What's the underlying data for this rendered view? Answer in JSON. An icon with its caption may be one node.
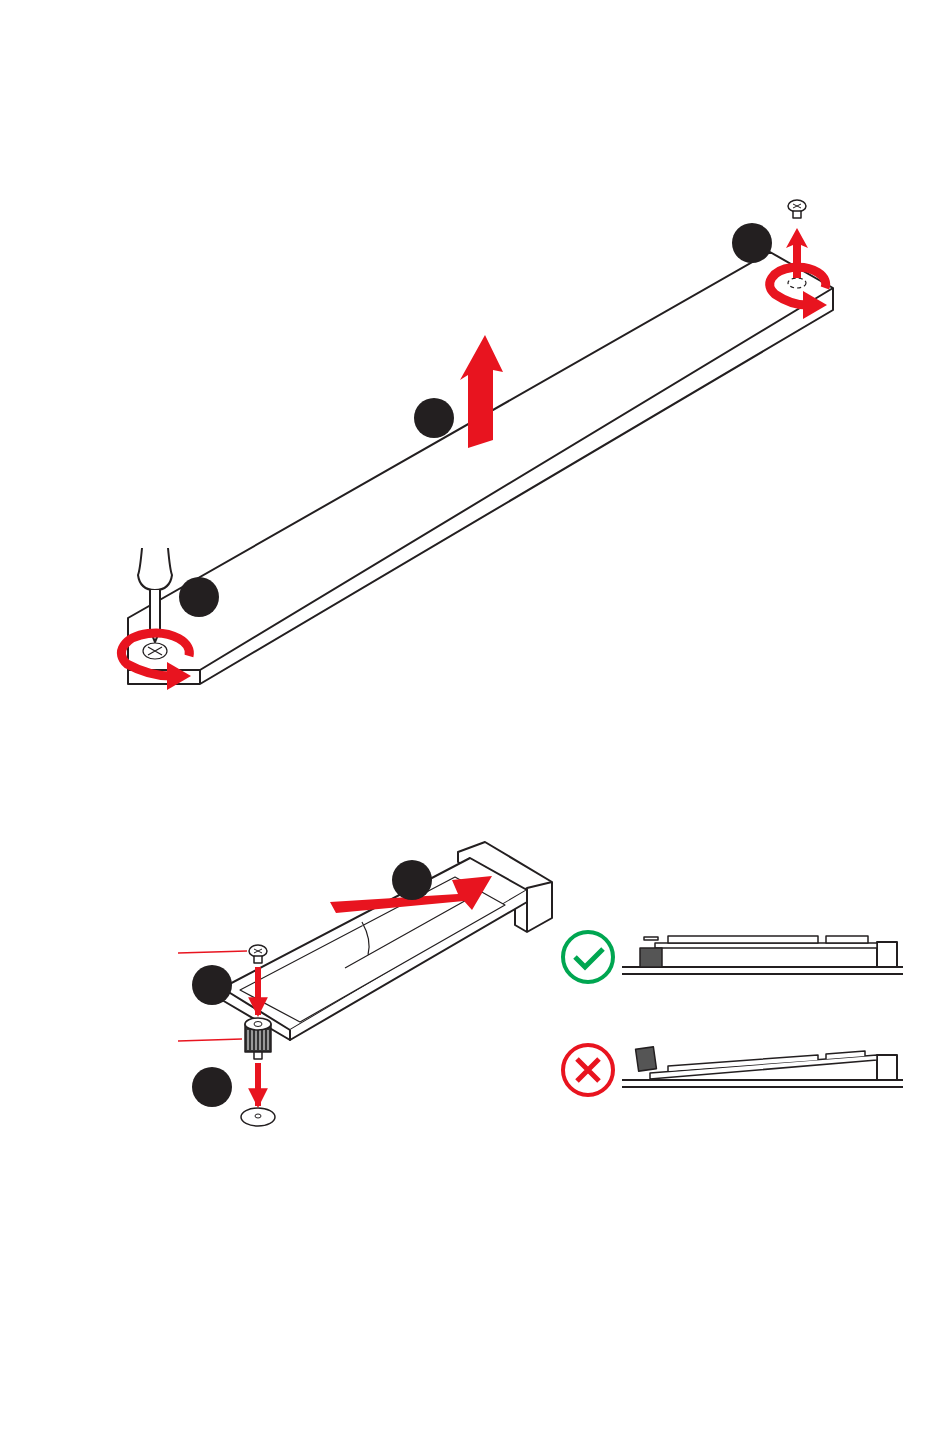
{
  "diagram": {
    "nodes": [
      {
        "text": [],
        "shape": "circle"
      },
      {
        "text": [],
        "shape": "circle"
      },
      {
        "text": [],
        "shape": "circle"
      },
      {
        "text": [],
        "shape": "circle"
      },
      {
        "text": [],
        "shape": "circle"
      },
      {
        "text": [],
        "shape": "circle"
      },
      {
        "text": [],
        "shape": "picture"
      },
      {
        "text": [],
        "shape": "picture"
      },
      {
        "text": [],
        "shape": "picture"
      }
    ],
    "edges": [
      {
        "from": null,
        "to": 6,
        "arrow": "none"
      },
      {
        "from": null,
        "to": 7,
        "arrow": "none"
      },
      {
        "from": 6,
        "to": 7,
        "arrow": "to",
        "style": "thick"
      },
      {
        "from": 7,
        "to": 8,
        "arrow": "to",
        "style": "thick"
      }
    ]
  }
}
